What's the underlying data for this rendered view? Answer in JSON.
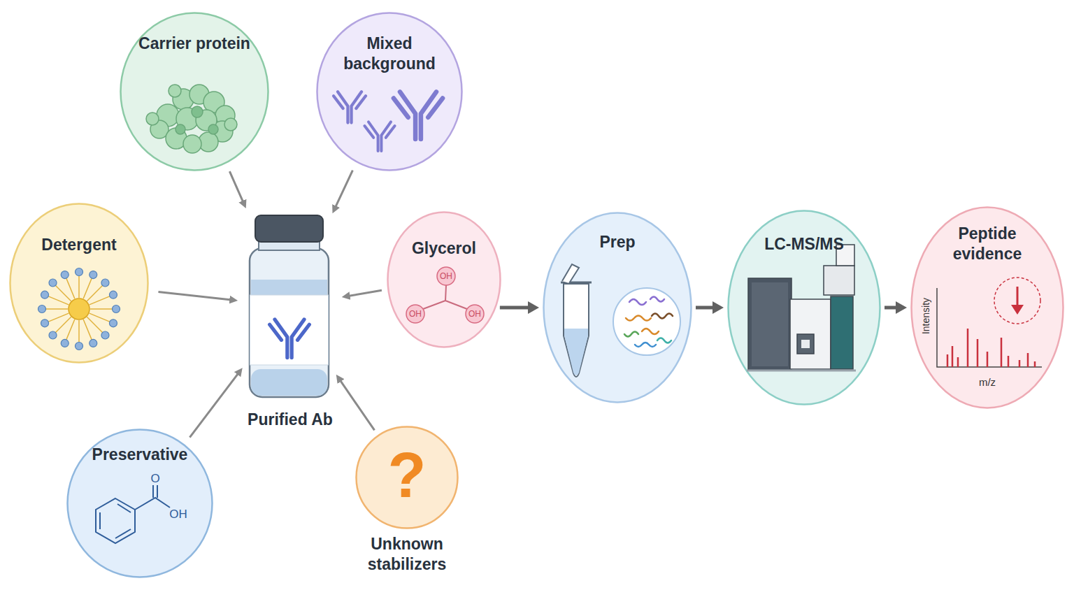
{
  "diagram": {
    "nodes": [
      {
        "text": [
          "Carrier protein"
        ]
      },
      {
        "text": [
          "Mixed background"
        ]
      },
      {
        "text": [
          "Detergent"
        ]
      },
      {
        "text": [
          "Purified Ab"
        ]
      },
      {
        "text": [
          "Glycerol"
        ]
      },
      {
        "text": [
          "Prep"
        ]
      },
      {
        "text": [
          "LC-MS/MS"
        ]
      },
      {
        "text": [
          "Peptide evidence"
        ]
      },
      {
        "text": [
          "Preservative"
        ]
      },
      {
        "text": [
          "?",
          "Unknown stabilizers"
        ]
      }
    ],
    "edges": [
      {
        "from": 0,
        "to": 3,
        "arrow": "to"
      },
      {
        "from": 1,
        "to": 3,
        "arrow": "to"
      },
      {
        "from": 2,
        "to": 3,
        "arrow": "to"
      },
      {
        "from": 4,
        "to": 3,
        "arrow": "to"
      },
      {
        "from": 8,
        "to": 3,
        "arrow": "to"
      },
      {
        "from": 9,
        "to": 3,
        "arrow": "to"
      },
      {
        "from": 4,
        "to": 5,
        "arrow": "to"
      },
      {
        "from": 5,
        "to": 6,
        "arrow": "to"
      },
      {
        "from": 6,
        "to": 7,
        "arrow": "to"
      }
    ],
    "labels": [
      "OH",
      "OH",
      "OH",
      "O",
      "OH",
      "Intensity",
      "m/z"
    ]
  }
}
